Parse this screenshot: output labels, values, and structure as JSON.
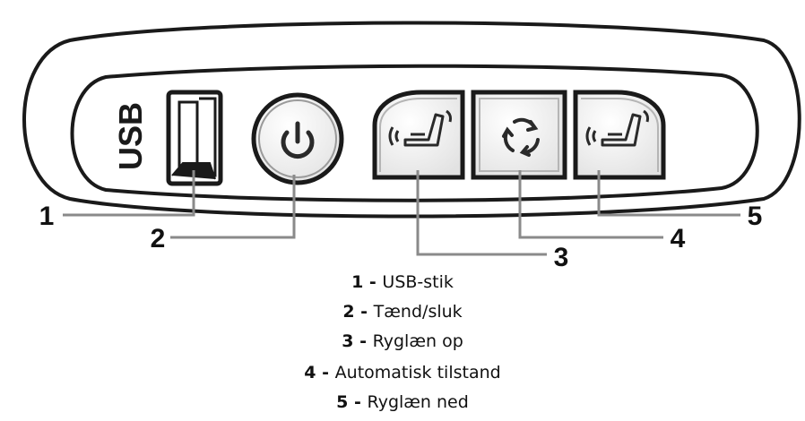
{
  "panel": {
    "usb_label": "USB"
  },
  "callouts": [
    "1",
    "2",
    "3",
    "4",
    "5"
  ],
  "legend": [
    {
      "num": "1",
      "sep": " - ",
      "text": "USB-stik"
    },
    {
      "num": "2",
      "sep": " - ",
      "text": "Tænd/sluk"
    },
    {
      "num": "3",
      "sep": " - ",
      "text": "Ryglæn op"
    },
    {
      "num": "4",
      "sep": " - ",
      "text": "Automatisk tilstand"
    },
    {
      "num": "5",
      "sep": " - ",
      "text": "Ryglæn ned"
    }
  ],
  "icons": [
    "usb-port-icon",
    "power-icon",
    "recline-up-icon",
    "auto-mode-icon",
    "recline-down-icon"
  ],
  "colors": {
    "outline": "#1a1a1a",
    "button_face": "#e9e9e9",
    "leader_line": "#8a8a8a"
  }
}
